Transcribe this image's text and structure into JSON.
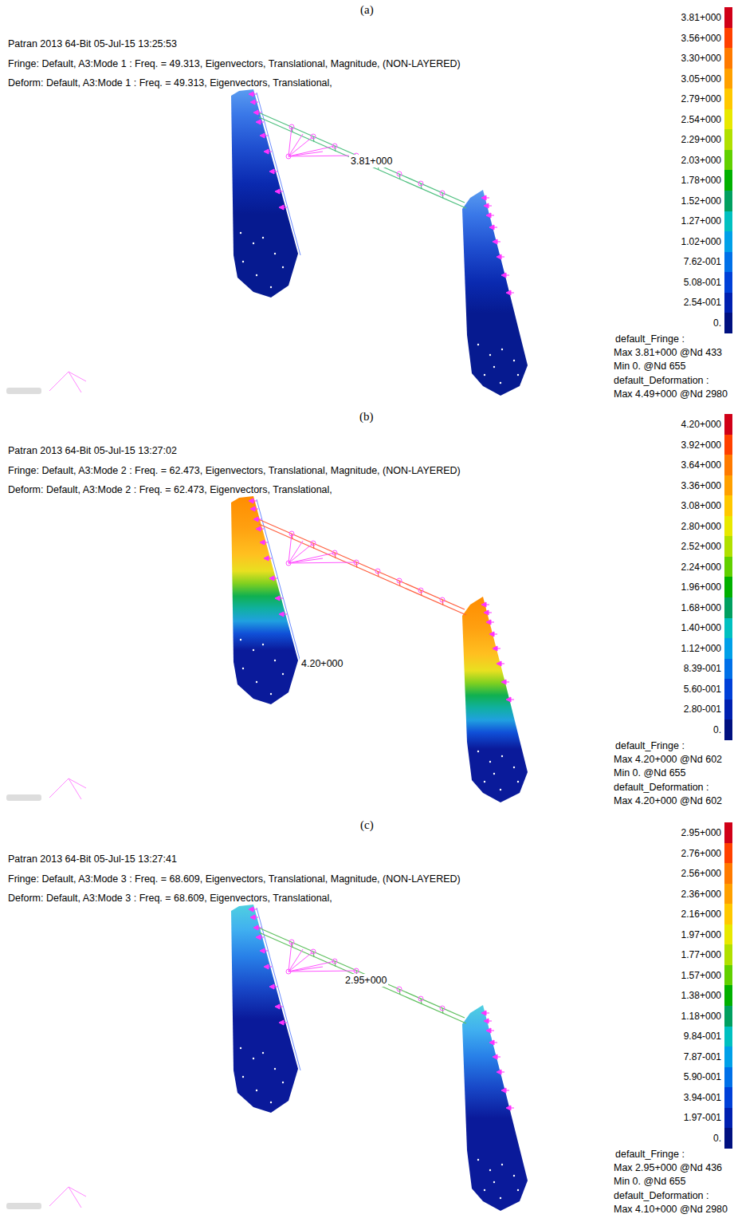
{
  "diagram": {
    "labels": [
      "(a)",
      "Patran 2013 64-Bit 05-Jul-15 13:25:53",
      "Fringe: Default, A3:Mode 1 : Freq. = 49.313, Eigenvectors, Translational, Magnitude, (NON-LAYERED)",
      "Deform: Default, A3:Mode 1 : Freq. = 49.313, Eigenvectors, Translational,",
      "3.81+000",
      "default_Fringe :",
      "Max 3.81+000 @Nd 433",
      "Min 0. @Nd 655",
      "default_Deformation :",
      "Max 4.49+000 @Nd 2980",
      "(b)",
      "Patran 2013 64-Bit 05-Jul-15 13:27:02",
      "Fringe: Default, A3:Mode 2 : Freq. = 62.473, Eigenvectors, Translational, Magnitude, (NON-LAYERED)",
      "Deform: Default, A3:Mode 2 : Freq. = 62.473, Eigenvectors, Translational,",
      "4.20+000",
      "default_Fringe :",
      "Max 4.20+000 @Nd 602",
      "Min 0. @Nd 655",
      "default_Deformation :",
      "Max 4.20+000 @Nd 602",
      "(c)",
      "Patran 2013 64-Bit 05-Jul-15 13:27:41",
      "Fringe: Default, A3:Mode 3 : Freq. = 68.609, Eigenvectors, Translational, Magnitude, (NON-LAYERED)",
      "Deform: Default, A3:Mode 3 : Freq. = 68.609, Eigenvectors, Translational,",
      "2.95+000",
      "default_Fringe :",
      "Max 2.95+000 @Nd 436",
      "Min 0. @Nd 655",
      "default_Deformation :",
      "Max 4.10+000 @Nd 2980"
    ],
    "legend": [
      {
        "text": "3.81+000",
        "color": "#d00018"
      },
      {
        "text": "3.56+000",
        "color": "#ff4000"
      },
      {
        "text": "3.30+000",
        "color": "#ff7a00"
      },
      {
        "text": "3.05+000",
        "color": "#ffa000"
      },
      {
        "text": "2.79+000",
        "color": "#ffc800"
      },
      {
        "text": "2.54+000",
        "color": "#e8e800"
      },
      {
        "text": "2.29+000",
        "color": "#b0e000"
      },
      {
        "text": "2.03+000",
        "color": "#60d000"
      },
      {
        "text": "1.78+000",
        "color": "#00b000"
      },
      {
        "text": "1.52+000",
        "color": "#00a060"
      },
      {
        "text": "1.27+000",
        "color": "#00c0c0"
      },
      {
        "text": "1.02+000",
        "color": "#00a0e8"
      },
      {
        "text": "7.62-001",
        "color": "#0070e8"
      },
      {
        "text": "5.08-001",
        "color": "#0040d8"
      },
      {
        "text": "2.54-001",
        "color": "#0020b0"
      },
      {
        "text": "0.",
        "color": "#001080"
      },
      {
        "text": "4.20+000",
        "color": "#d00018"
      },
      {
        "text": "3.92+000",
        "color": "#ff4000"
      },
      {
        "text": "3.64+000",
        "color": "#ff7a00"
      },
      {
        "text": "3.36+000",
        "color": "#ffa000"
      },
      {
        "text": "3.08+000",
        "color": "#ffc800"
      },
      {
        "text": "2.80+000",
        "color": "#e8e800"
      },
      {
        "text": "2.52+000",
        "color": "#b0e000"
      },
      {
        "text": "2.24+000",
        "color": "#60d000"
      },
      {
        "text": "1.96+000",
        "color": "#00b000"
      },
      {
        "text": "1.68+000",
        "color": "#00a060"
      },
      {
        "text": "1.40+000",
        "color": "#00c0c0"
      },
      {
        "text": "1.12+000",
        "color": "#00a0e8"
      },
      {
        "text": "8.39-001",
        "color": "#0070e8"
      },
      {
        "text": "5.60-001",
        "color": "#0040d8"
      },
      {
        "text": "2.80-001",
        "color": "#0020b0"
      },
      {
        "text": "0.",
        "color": "#001080"
      },
      {
        "text": "2.95+000",
        "color": "#d00018"
      },
      {
        "text": "2.76+000",
        "color": "#ff4000"
      },
      {
        "text": "2.56+000",
        "color": "#ff7a00"
      },
      {
        "text": "2.36+000",
        "color": "#ffa000"
      },
      {
        "text": "2.16+000",
        "color": "#ffc800"
      },
      {
        "text": "1.97+000",
        "color": "#e8e800"
      },
      {
        "text": "1.77+000",
        "color": "#b0e000"
      },
      {
        "text": "1.57+000",
        "color": "#60d000"
      },
      {
        "text": "1.38+000",
        "color": "#00b000"
      },
      {
        "text": "1.18+000",
        "color": "#00a060"
      },
      {
        "text": "9.84-001",
        "color": "#00c0c0"
      },
      {
        "text": "7.87-001",
        "color": "#00a0e8"
      },
      {
        "text": "5.90-001",
        "color": "#0070e8"
      },
      {
        "text": "3.94-001",
        "color": "#0040d8"
      },
      {
        "text": "1.97-001",
        "color": "#0020b0"
      },
      {
        "text": "0.",
        "color": "#001080"
      }
    ]
  }
}
